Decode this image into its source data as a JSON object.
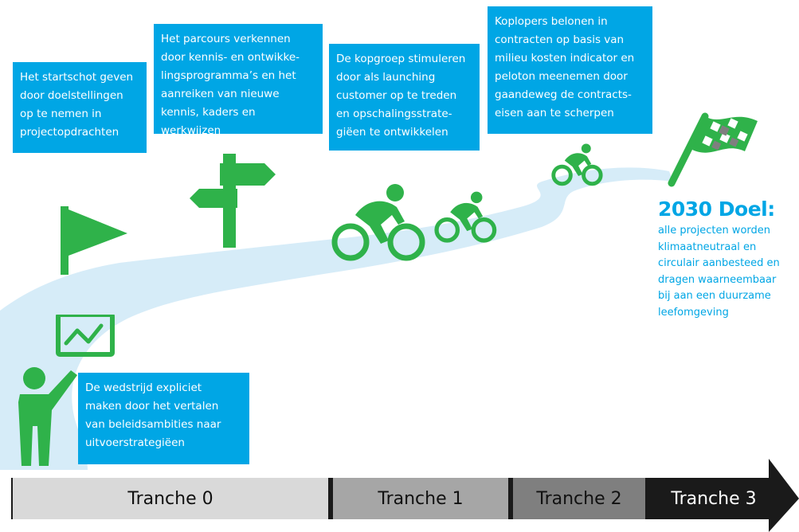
{
  "steps": [
    {
      "text": "Het startschot geven\ndoor doelstellingen\nop te nemen in\nprojectopdrachten"
    },
    {
      "text": "Het parcours verkennen\ndoor kennis- en ontwikke-\nlingsprogramma’s en het\naanreiken van nieuwe\nkennis, kaders en werkwijzen"
    },
    {
      "text": "De kopgroep stimuleren\ndoor als launching\ncustomer op te treden\nen opschalingsstrate-\ngiëen te ontwikkelen"
    },
    {
      "text": "Koplopers belonen in\ncontracten op basis van\nmilieu kosten indicator en\npeloton meenemen door\ngaandeweg de contracts-\neisen aan te scherpen"
    },
    {
      "text": "De wedstrijd expliciet\nmaken door het vertalen\nvan beleidsambities naar\nuitvoerstrategiëen"
    }
  ],
  "goal": {
    "title": "2030 Doel:",
    "text": "alle projecten worden\nklimaatneutraal en\ncirculair aanbesteed en\ndragen waarneembaar\nbij aan een duurzame\nleefomgeving"
  },
  "tranches": [
    {
      "label": "Tranche 0"
    },
    {
      "label": "Tranche 1"
    },
    {
      "label": "Tranche 2"
    },
    {
      "label": "Tranche 3"
    }
  ],
  "colors": {
    "box": "#00a6e5",
    "icon_green": "#2fb24a",
    "road": "#d6ecf8",
    "tranche0": "#d9d9d9",
    "tranche1": "#a6a6a6",
    "tranche2": "#7f7f7f",
    "tranche3": "#1a1a1a"
  },
  "icons": [
    "presenter-icon",
    "flag-icon",
    "signpost-icon",
    "cyclist-icon",
    "checkered-flag-icon"
  ]
}
